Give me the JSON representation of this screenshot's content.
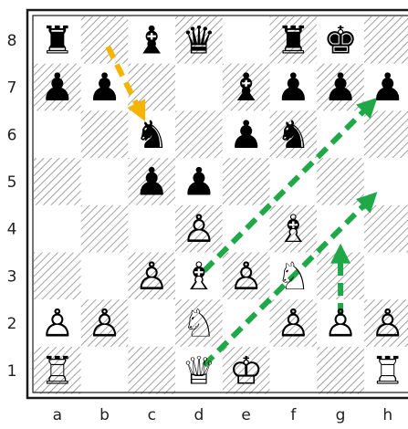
{
  "board": {
    "files": [
      "a",
      "b",
      "c",
      "d",
      "e",
      "f",
      "g",
      "h"
    ],
    "ranks": [
      "8",
      "7",
      "6",
      "5",
      "4",
      "3",
      "2",
      "1"
    ],
    "light_square_color": "#ffffff",
    "dark_square_style": "diagonal-hatch",
    "hatch_color": "#8a8a8a",
    "border_color": "#1a1a1a"
  },
  "pieces": [
    {
      "square": "a8",
      "color": "black",
      "type": "rook"
    },
    {
      "square": "c8",
      "color": "black",
      "type": "bishop"
    },
    {
      "square": "d8",
      "color": "black",
      "type": "queen"
    },
    {
      "square": "f8",
      "color": "black",
      "type": "rook"
    },
    {
      "square": "g8",
      "color": "black",
      "type": "king"
    },
    {
      "square": "a7",
      "color": "black",
      "type": "pawn"
    },
    {
      "square": "b7",
      "color": "black",
      "type": "pawn"
    },
    {
      "square": "e7",
      "color": "black",
      "type": "bishop"
    },
    {
      "square": "f7",
      "color": "black",
      "type": "pawn"
    },
    {
      "square": "g7",
      "color": "black",
      "type": "pawn"
    },
    {
      "square": "h7",
      "color": "black",
      "type": "pawn"
    },
    {
      "square": "c6",
      "color": "black",
      "type": "knight"
    },
    {
      "square": "e6",
      "color": "black",
      "type": "pawn"
    },
    {
      "square": "f6",
      "color": "black",
      "type": "knight"
    },
    {
      "square": "c5",
      "color": "black",
      "type": "pawn"
    },
    {
      "square": "d5",
      "color": "black",
      "type": "pawn"
    },
    {
      "square": "d4",
      "color": "white",
      "type": "pawn"
    },
    {
      "square": "f4",
      "color": "white",
      "type": "bishop"
    },
    {
      "square": "c3",
      "color": "white",
      "type": "pawn"
    },
    {
      "square": "d3",
      "color": "white",
      "type": "bishop"
    },
    {
      "square": "e3",
      "color": "white",
      "type": "pawn"
    },
    {
      "square": "f3",
      "color": "white",
      "type": "knight"
    },
    {
      "square": "a2",
      "color": "white",
      "type": "pawn"
    },
    {
      "square": "b2",
      "color": "white",
      "type": "pawn"
    },
    {
      "square": "d2",
      "color": "white",
      "type": "knight"
    },
    {
      "square": "f2",
      "color": "white",
      "type": "pawn"
    },
    {
      "square": "g2",
      "color": "white",
      "type": "pawn"
    },
    {
      "square": "h2",
      "color": "white",
      "type": "pawn"
    },
    {
      "square": "a1",
      "color": "white",
      "type": "rook"
    },
    {
      "square": "d1",
      "color": "white",
      "type": "queen"
    },
    {
      "square": "e1",
      "color": "white",
      "type": "king"
    },
    {
      "square": "h1",
      "color": "white",
      "type": "rook"
    }
  ],
  "arrows": [
    {
      "from": "b8",
      "to": "c6",
      "color": "#f5b400"
    },
    {
      "from": "d3",
      "to": "h7",
      "color": "#1fa847"
    },
    {
      "from": "d1",
      "to": "h5",
      "color": "#1fa847"
    },
    {
      "from": "g2",
      "to": "g4",
      "color": "#1fa847"
    }
  ],
  "glyphs": {
    "white": {
      "king": "♔",
      "queen": "♕",
      "rook": "♖",
      "bishop": "♗",
      "knight": "♘",
      "pawn": "♙"
    },
    "black": {
      "king": "♚",
      "queen": "♛",
      "rook": "♜",
      "bishop": "♝",
      "knight": "♞",
      "pawn": "♟"
    }
  }
}
